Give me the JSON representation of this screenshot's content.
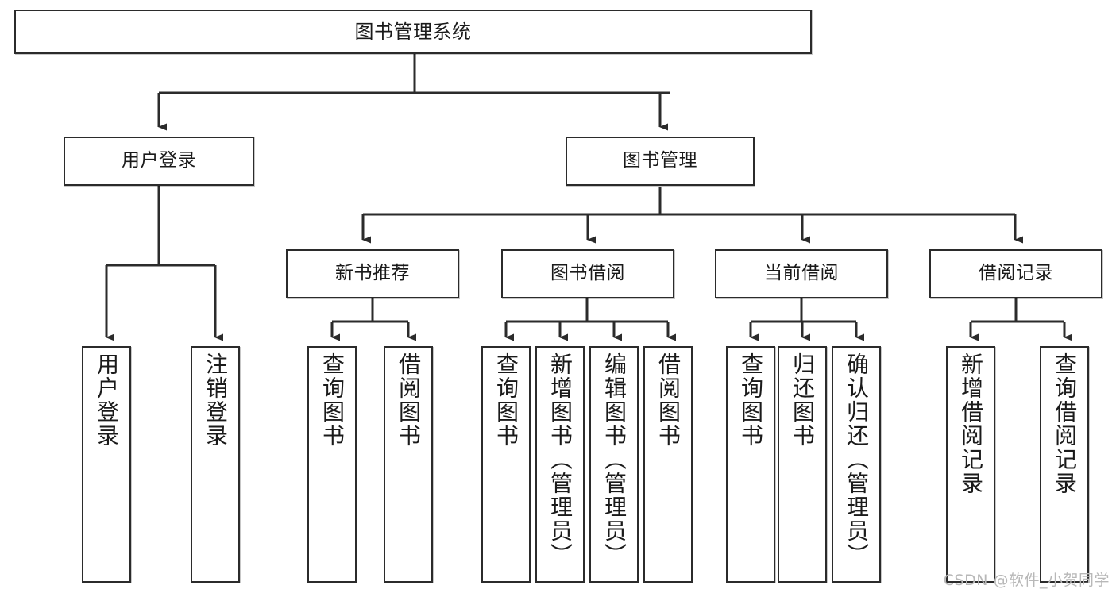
{
  "diagram": {
    "title": "图书管理系统",
    "type": "hierarchy-tree",
    "colors": {
      "stroke": "#2b2b2b",
      "fill": "#ffffff",
      "text": "#1a1a1a",
      "watermark": "#b8b8b8"
    },
    "watermark": "CSDN @软件_小贺同学",
    "levels": {
      "root": "图书管理系统",
      "level2": [
        "用户登录",
        "图书管理"
      ],
      "level3": [
        "新书推荐",
        "图书借阅",
        "当前借阅",
        "借阅记录"
      ]
    },
    "nodes": {
      "root": {
        "label": "图书管理系统"
      },
      "user_login": {
        "label": "用户登录"
      },
      "book_manage": {
        "label": "图书管理"
      },
      "new_book_rec": {
        "label": "新书推荐"
      },
      "book_borrow": {
        "label": "图书借阅"
      },
      "current_borrow": {
        "label": "当前借阅"
      },
      "borrow_record": {
        "label": "借阅记录"
      },
      "leaf_user_login": {
        "label": "用户登录"
      },
      "leaf_logout": {
        "label": "注销登录"
      },
      "leaf_query_book_1": {
        "label": "查询图书"
      },
      "leaf_borrow_book_1": {
        "label": "借阅图书"
      },
      "leaf_query_book_2": {
        "label": "查询图书"
      },
      "leaf_add_book": {
        "label": "新增图书（管理员）"
      },
      "leaf_edit_book": {
        "label": "编辑图书（管理员）"
      },
      "leaf_borrow_book_2": {
        "label": "借阅图书"
      },
      "leaf_query_book_3": {
        "label": "查询图书"
      },
      "leaf_return_book": {
        "label": "归还图书"
      },
      "leaf_confirm_return": {
        "label": "确认归还（管理员）"
      },
      "leaf_add_record": {
        "label": "新增借阅记录"
      },
      "leaf_query_record": {
        "label": "查询借阅记录"
      }
    },
    "edges": [
      {
        "from": "root",
        "to": "user_login"
      },
      {
        "from": "root",
        "to": "book_manage"
      },
      {
        "from": "user_login",
        "to": "leaf_user_login"
      },
      {
        "from": "user_login",
        "to": "leaf_logout"
      },
      {
        "from": "book_manage",
        "to": "new_book_rec"
      },
      {
        "from": "book_manage",
        "to": "book_borrow"
      },
      {
        "from": "book_manage",
        "to": "current_borrow"
      },
      {
        "from": "book_manage",
        "to": "borrow_record"
      },
      {
        "from": "new_book_rec",
        "to": "leaf_query_book_1"
      },
      {
        "from": "new_book_rec",
        "to": "leaf_borrow_book_1"
      },
      {
        "from": "book_borrow",
        "to": "leaf_query_book_2"
      },
      {
        "from": "book_borrow",
        "to": "leaf_add_book"
      },
      {
        "from": "book_borrow",
        "to": "leaf_edit_book"
      },
      {
        "from": "book_borrow",
        "to": "leaf_borrow_book_2"
      },
      {
        "from": "current_borrow",
        "to": "leaf_query_book_3"
      },
      {
        "from": "current_borrow",
        "to": "leaf_return_book"
      },
      {
        "from": "current_borrow",
        "to": "leaf_confirm_return"
      },
      {
        "from": "borrow_record",
        "to": "leaf_add_record"
      },
      {
        "from": "borrow_record",
        "to": "leaf_query_record"
      }
    ]
  }
}
